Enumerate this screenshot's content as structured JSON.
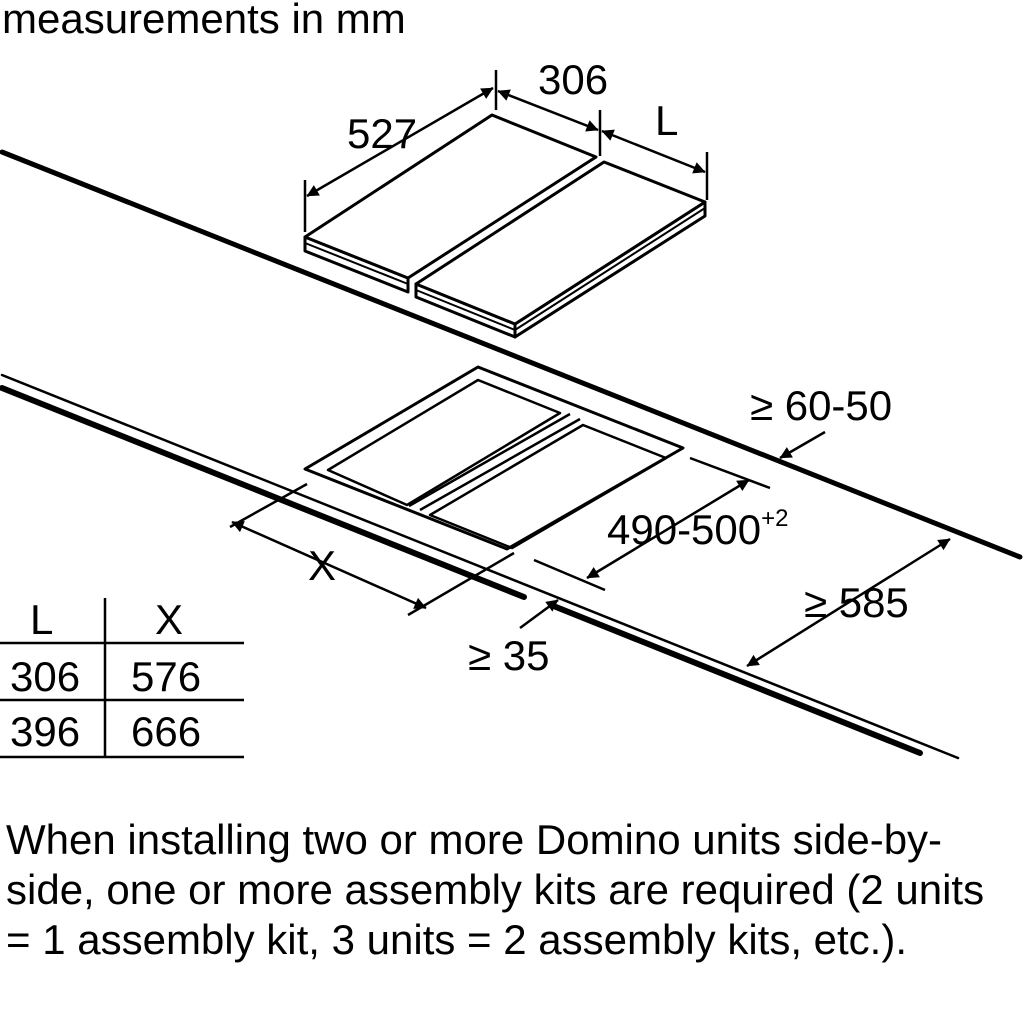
{
  "header": {
    "units_text": "measurements in mm"
  },
  "dimensions": {
    "depth": "527",
    "unit_width": "306",
    "width_var": "L",
    "front_to_rear": "≥ 60-50",
    "cutout_depth": "490-500",
    "cutout_tolerance": "+2",
    "cutout_width_var": "X",
    "counter_depth": "≥ 585",
    "front_clearance": "≥ 35"
  },
  "table": {
    "headers": [
      "L",
      "X"
    ],
    "rows": [
      [
        "306",
        "576"
      ],
      [
        "396",
        "666"
      ]
    ]
  },
  "note": "When installing two or more Domino units side-by-side, one or more assembly kits are required (2 units = 1 assembly kit, 3 units = 2 assembly kits, etc.)."
}
